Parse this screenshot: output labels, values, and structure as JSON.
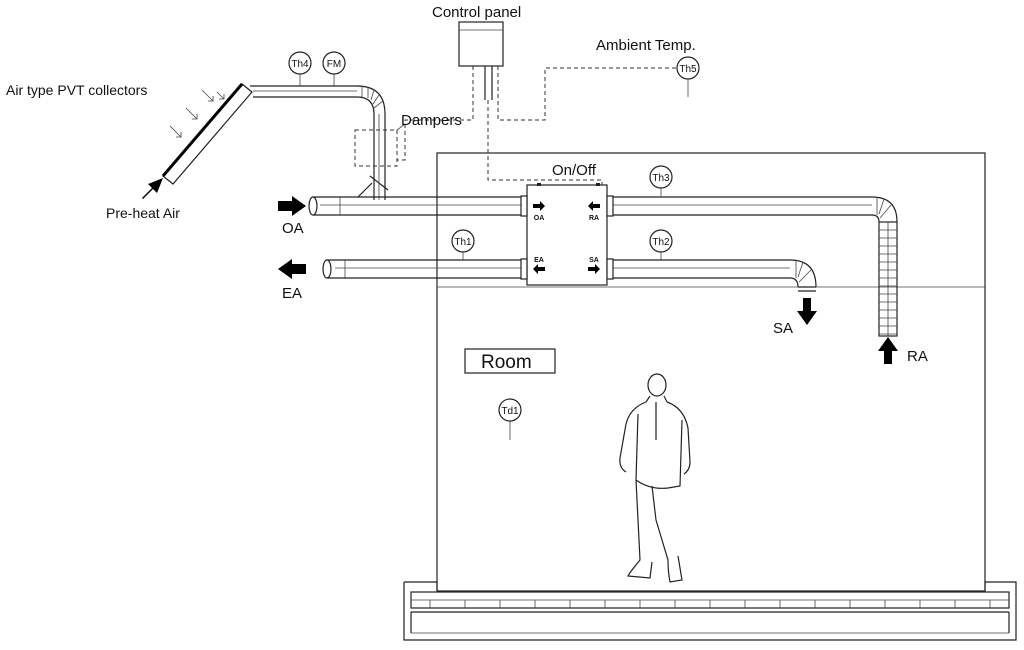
{
  "labels": {
    "control_panel": "Control panel",
    "ambient_temp": "Ambient Temp.",
    "collectors": "Air type PVT collectors",
    "dampers": "Dampers",
    "on_off": "On/Off",
    "preheat": "Pre-heat Air",
    "oa": "OA",
    "ea": "EA",
    "sa": "SA",
    "ra": "RA",
    "room": "Room"
  },
  "sensors": {
    "th1": "Th1",
    "th2": "Th2",
    "th3": "Th3",
    "th4": "Th4",
    "th5": "Th5",
    "fm": "FM",
    "td1": "Td1"
  },
  "hrv_ports": {
    "oa": "OA",
    "ra": "RA",
    "ea": "EA",
    "sa": "SA"
  }
}
